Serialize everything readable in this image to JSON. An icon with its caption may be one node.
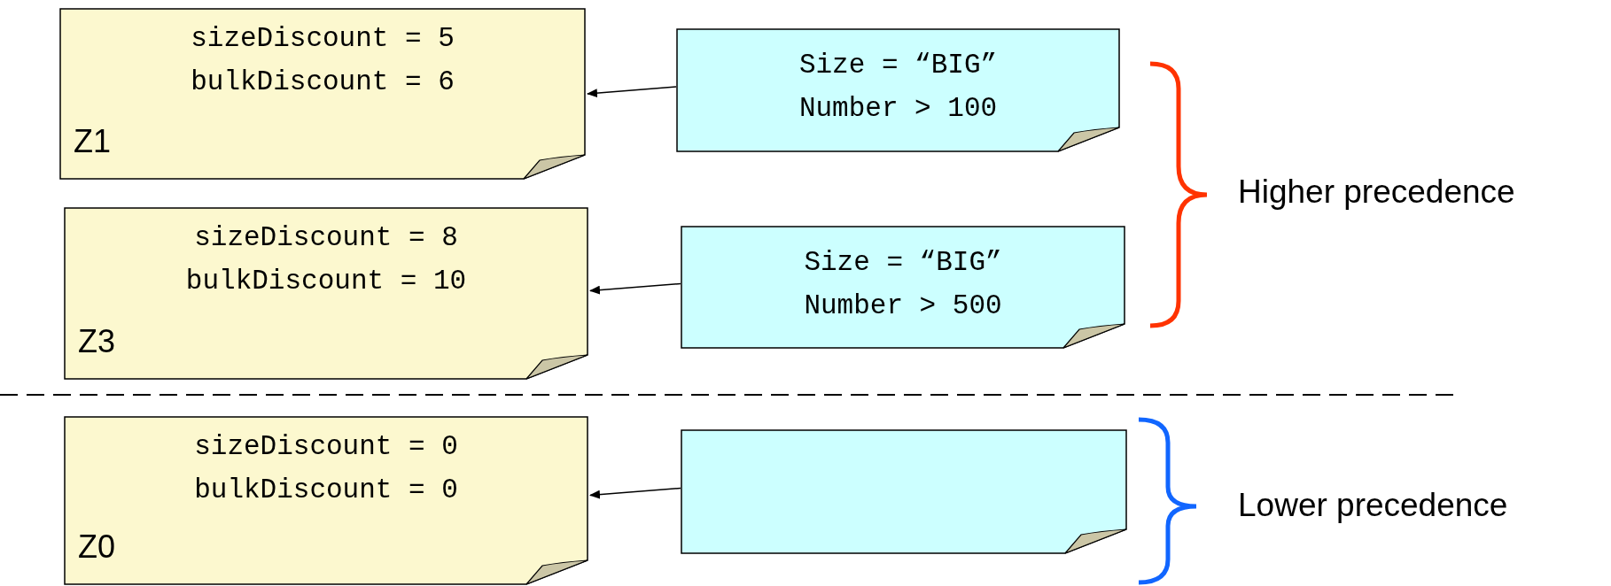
{
  "diagram": {
    "nodes": [
      {
        "text": [
          "sizeDiscount = 5",
          "bulkDiscount = 6",
          "Z1"
        ]
      },
      {
        "text": [
          "Size = “BIG”",
          "Number > 100"
        ]
      },
      {
        "text": [
          "sizeDiscount = 8",
          "bulkDiscount = 10",
          "Z3"
        ]
      },
      {
        "text": [
          "Size = “BIG”",
          "Number > 500"
        ]
      },
      {
        "text": [
          "sizeDiscount = 0",
          "bulkDiscount = 0",
          "Z0"
        ]
      },
      {
        "text": [],
        "shape": "box"
      }
    ],
    "edges": [
      {
        "from": 1,
        "to": 0,
        "arrow": "to"
      },
      {
        "from": 3,
        "to": 2,
        "arrow": "to"
      },
      {
        "from": 5,
        "to": 4,
        "arrow": "to"
      }
    ],
    "labels": [
      "Higher precedence",
      "Lower precedence"
    ]
  }
}
